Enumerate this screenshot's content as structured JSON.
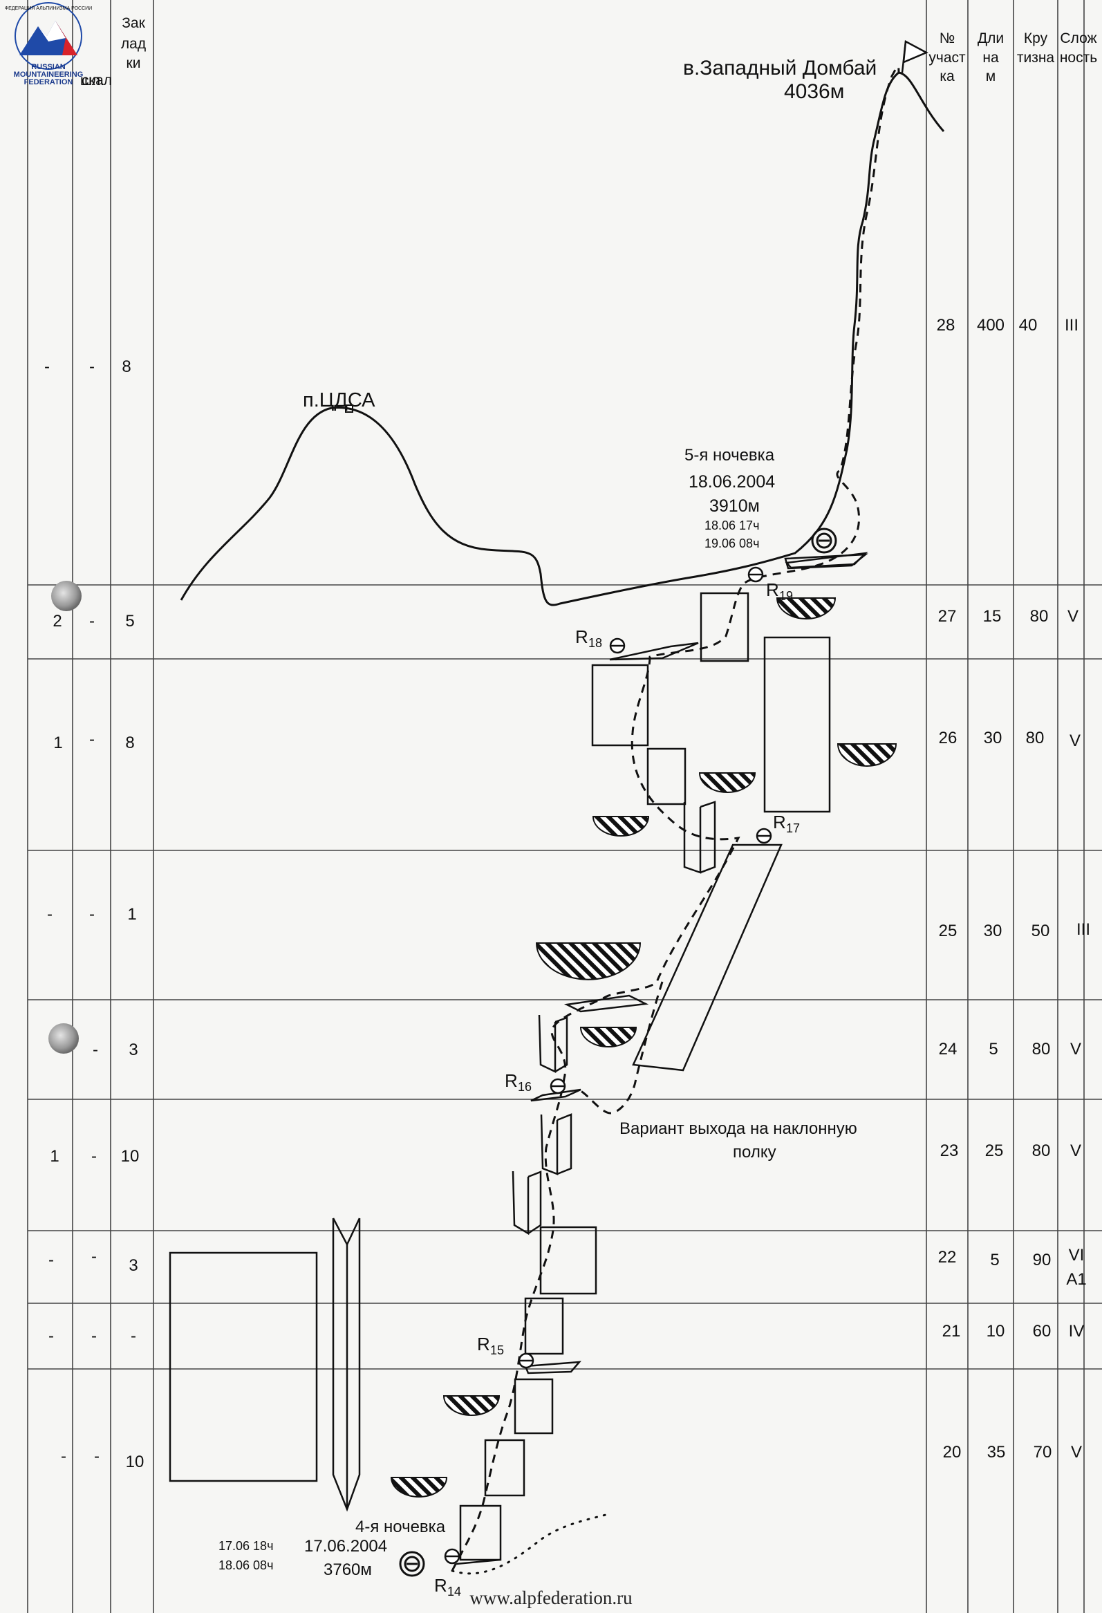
{
  "logo": {
    "org_lines": [
      "RUSSIAN",
      "MOUNTAINEERING",
      "FEDERATION"
    ],
    "ring_text": "ФЕДЕРАЦИЯ АЛЬПИНИЗМА РОССИИ",
    "colors": {
      "red": "#d8232a",
      "blue": "#1f4aa8",
      "white": "#ffffff"
    }
  },
  "left_headers": {
    "col2": "скал",
    "col3": "шл.",
    "col4_lines": [
      "Зак",
      "лад",
      "ки"
    ]
  },
  "right_headers": {
    "num_lines": [
      "№",
      "участ",
      "ка"
    ],
    "len_lines": [
      "Дли",
      "на",
      "м"
    ],
    "steep_lines": [
      "Кру",
      "тизна"
    ],
    "diff_lines": [
      "Слож",
      "ность"
    ]
  },
  "sections": [
    {
      "a": "-",
      "b": "-",
      "c": "8",
      "num": "28",
      "len": "400",
      "steep": "40",
      "diff": "III"
    },
    {
      "a": "2",
      "b": "-",
      "c": "5",
      "num": "27",
      "len": "15",
      "steep": "80",
      "diff": "V"
    },
    {
      "a": "1",
      "b": "-",
      "c": "8",
      "num": "26",
      "len": "30",
      "steep": "80",
      "diff": "V"
    },
    {
      "a": "-",
      "b": "-",
      "c": "1",
      "num": "25",
      "len": "30",
      "steep": "50",
      "diff": "III"
    },
    {
      "a": "",
      "b": "-",
      "c": "3",
      "num": "24",
      "len": "5",
      "steep": "80",
      "diff": "V"
    },
    {
      "a": "1",
      "b": "-",
      "c": "10",
      "num": "23",
      "len": "25",
      "steep": "80",
      "diff": "V"
    },
    {
      "a": "-",
      "b": "-",
      "c": "3",
      "num": "22",
      "len": "5",
      "steep": "90",
      "diff": "VI",
      "diff2": "A1"
    },
    {
      "a": "-",
      "b": "-",
      "c": "-",
      "num": "21",
      "len": "10",
      "steep": "60",
      "diff": "IV"
    },
    {
      "a": "-",
      "b": "-",
      "c": "10",
      "num": "20",
      "len": "35",
      "steep": "70",
      "diff": "V"
    }
  ],
  "summit": {
    "name": "в.Западный Домбай",
    "height": "4036м"
  },
  "peak_cdsa": "п.ЦДСА",
  "bivouac5": {
    "title": "5-я ночевка",
    "date": "18.06.2004",
    "alt": "3910м",
    "t1": "18.06 17ч",
    "t2": "19.06 08ч"
  },
  "bivouac4": {
    "title": "4-я ночевка",
    "date": "17.06.2004",
    "alt": "3760м",
    "t1": "17.06 18ч",
    "t2": "18.06 08ч"
  },
  "variant_note": [
    "Вариант выхода на наклонную",
    "полку"
  ],
  "belays": {
    "r14": "R",
    "r14s": "14",
    "r15": "R",
    "r15s": "15",
    "r16": "R",
    "r16s": "16",
    "r17": "R",
    "r17s": "17",
    "r18": "R",
    "r18s": "18",
    "r19": "R",
    "r19s": "19"
  },
  "footer": "www.alpfederation.ru"
}
